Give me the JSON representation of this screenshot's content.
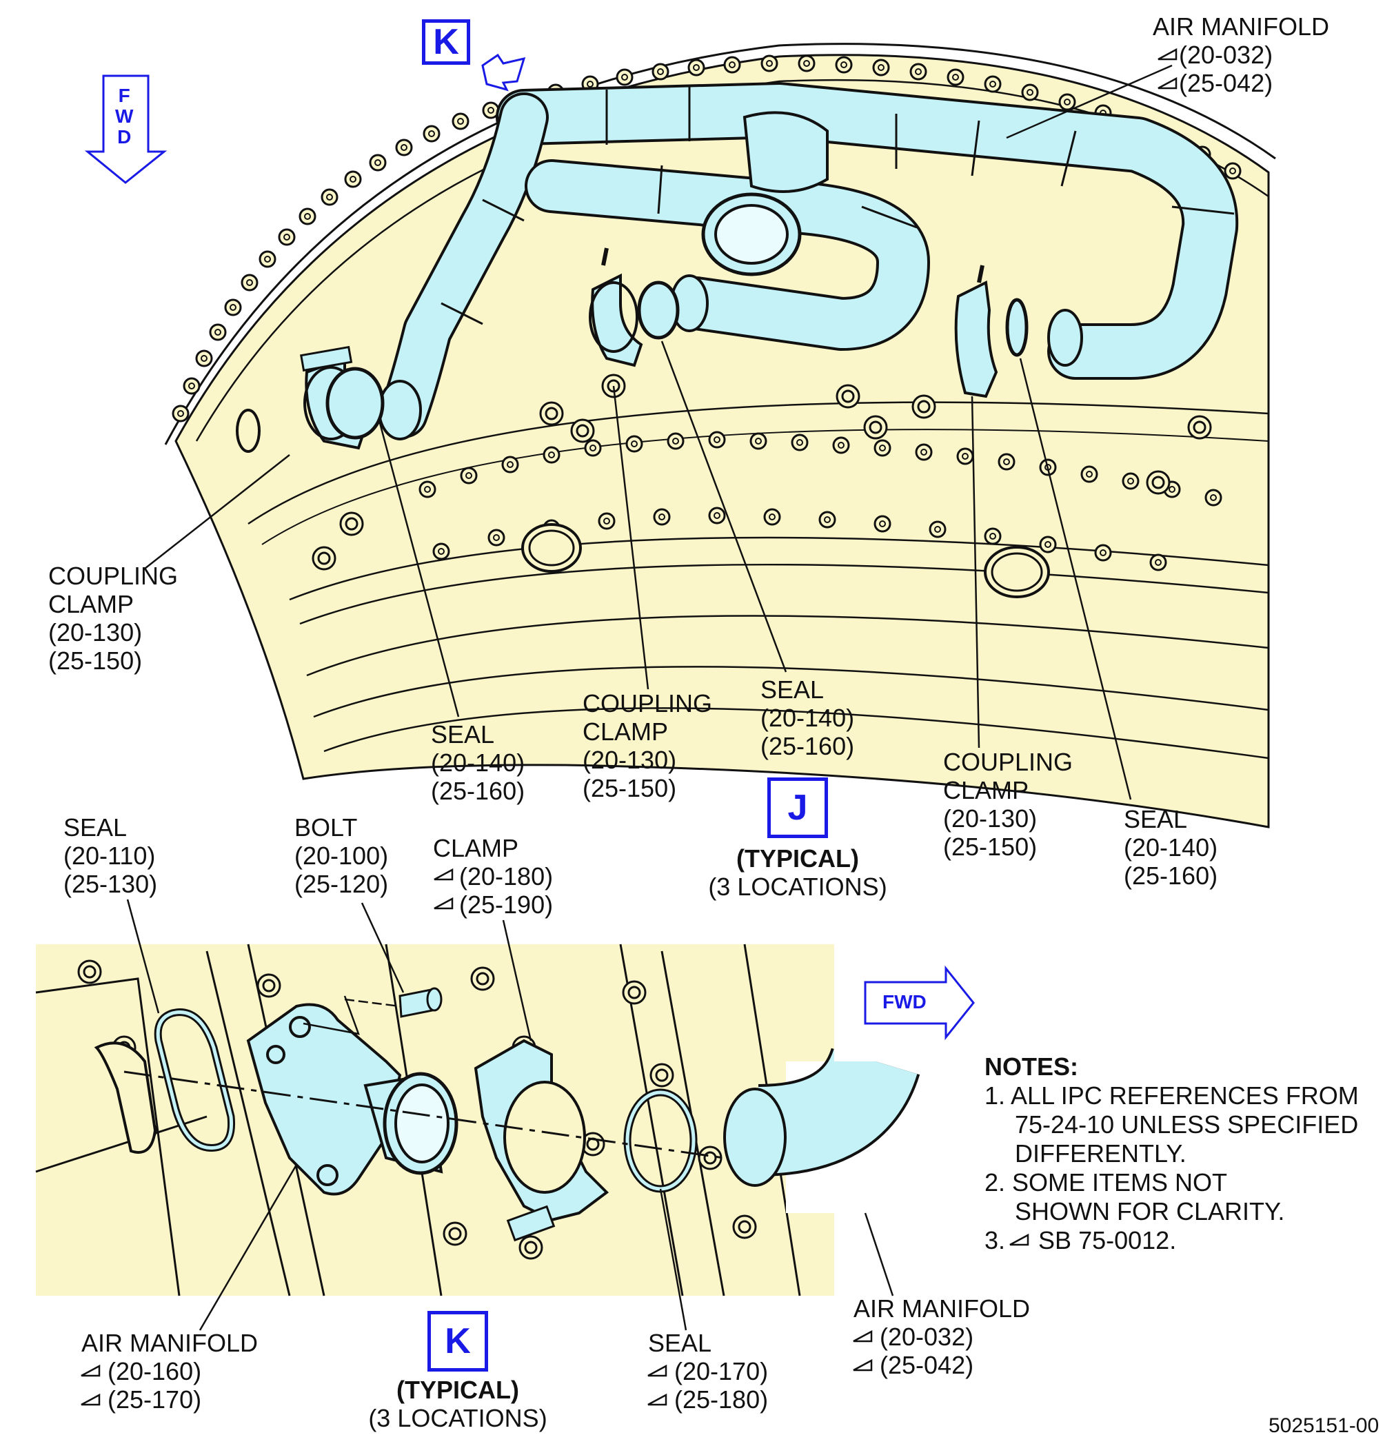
{
  "view_j": {
    "label": "J",
    "typical": "(TYPICAL)",
    "locations": "(3 LOCATIONS)",
    "fwd_letters": [
      "F",
      "W",
      "D"
    ],
    "air_manifold": {
      "name": "AIR MANIFOLD",
      "refs": [
        "(20-032)",
        "(25-042)"
      ]
    },
    "coupling_clamp_left": {
      "name": [
        "COUPLING",
        "CLAMP"
      ],
      "refs": [
        "(20-130)",
        "(25-150)"
      ]
    },
    "seal_left": {
      "name": "SEAL",
      "refs": [
        "(20-140)",
        "(25-160)"
      ]
    },
    "coupling_clamp_mid": {
      "name": [
        "COUPLING",
        "CLAMP"
      ],
      "refs": [
        "(20-130)",
        "(25-150)"
      ]
    },
    "seal_mid": {
      "name": "SEAL",
      "refs": [
        "(20-140)",
        "(25-160)"
      ]
    },
    "coupling_clamp_right": {
      "name": [
        "COUPLING",
        "CLAMP"
      ],
      "refs": [
        "(20-130)",
        "(25-150)"
      ]
    },
    "seal_right": {
      "name": "SEAL",
      "refs": [
        "(20-140)",
        "(25-160)"
      ]
    }
  },
  "view_k": {
    "label": "K",
    "typical": "(TYPICAL)",
    "locations": "(3 LOCATIONS)",
    "fwd": "FWD",
    "seal_left": {
      "name": "SEAL",
      "refs": [
        "(20-110)",
        "(25-130)"
      ]
    },
    "bolt": {
      "name": "BOLT",
      "refs": [
        "(20-100)",
        "(25-120)"
      ]
    },
    "clamp": {
      "name": "CLAMP",
      "refs": [
        "(20-180)",
        "(25-190)"
      ]
    },
    "air_manifold_left": {
      "name": "AIR MANIFOLD",
      "refs": [
        "(20-160)",
        "(25-170)"
      ]
    },
    "seal_right": {
      "name": "SEAL",
      "refs": [
        "(20-170)",
        "(25-180)"
      ]
    },
    "air_manifold_right": {
      "name": "AIR MANIFOLD",
      "refs": [
        "(20-032)",
        "(25-042)"
      ]
    }
  },
  "notes": {
    "title": "NOTES:",
    "lines": [
      "1. ALL IPC REFERENCES FROM",
      "75-24-10 UNLESS SPECIFIED",
      "DIFFERENTLY.",
      "2. SOME ITEMS NOT",
      "SHOWN FOR CLARITY.",
      "3.",
      "SB 75-0012."
    ]
  },
  "doc_id": "5025151-00",
  "colors": {
    "structure_fill": "#fbf6c9",
    "tube_fill": "#c5f2f6",
    "callout_blue": "#1a1ae6",
    "linework": "#111111"
  }
}
